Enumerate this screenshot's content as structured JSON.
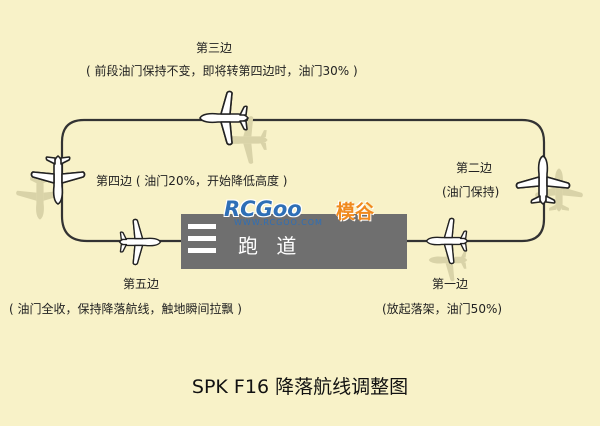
{
  "diagram": {
    "title": "SPK F16 降落航线调整图",
    "runway_label": "跑 道",
    "legs": {
      "leg1": {
        "name": "第一边",
        "note": "(放起落架，油门50%)"
      },
      "leg2": {
        "name": "第二边",
        "note": "(油门保持)"
      },
      "leg3": {
        "name": "第三边",
        "note": "( 前段油门保持不变，即将转第四边时，油门30% )"
      },
      "leg4": {
        "text": "第四边 ( 油门20%，开始降低高度 )"
      },
      "leg5": {
        "name": "第五边",
        "note": "( 油门全收，保持降落航线，触地瞬间拉飘 )"
      }
    },
    "watermark": {
      "logo": "RCGoo",
      "logo_cn": "模谷",
      "url": "WWW.RCGOO.COM"
    },
    "colors": {
      "background": "#f8f2c8",
      "route_line": "#333333",
      "runway": "#6f6f6f",
      "plane_fill": "#ffffff",
      "plane_shadow": "#d9d3a8"
    }
  }
}
